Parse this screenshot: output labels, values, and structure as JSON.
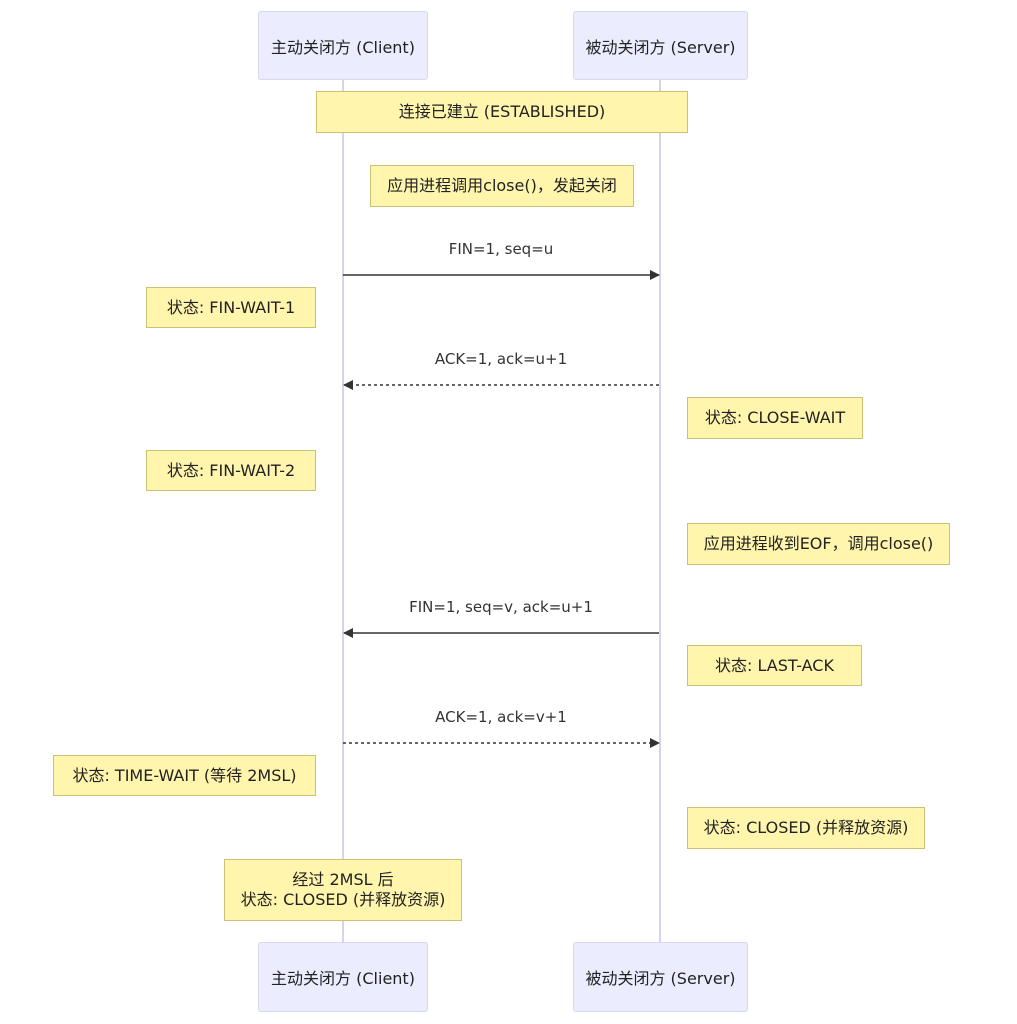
{
  "participants": {
    "client": "主动关闭方 (Client)",
    "server": "被动关闭方 (Server)"
  },
  "notes": {
    "established": "连接已建立 (ESTABLISHED)",
    "client_close": "应用进程调用close()，发起关闭",
    "fin_wait_1": "状态: FIN-WAIT-1",
    "close_wait": "状态: CLOSE-WAIT",
    "fin_wait_2": "状态: FIN-WAIT-2",
    "server_eof": "应用进程收到EOF，调用close()",
    "last_ack": "状态: LAST-ACK",
    "time_wait": "状态: TIME-WAIT (等待 2MSL)",
    "server_closed": "状态: CLOSED (并释放资源)",
    "client_closed_line1": "经过 2MSL 后",
    "client_closed_line2": "状态: CLOSED (并释放资源)"
  },
  "messages": {
    "m1": "FIN=1, seq=u",
    "m2": "ACK=1, ack=u+1",
    "m3": "FIN=1, seq=v, ack=u+1",
    "m4": "ACK=1, ack=v+1"
  },
  "colors": {
    "actor_fill": "#ececff",
    "note_fill": "#fff5ad",
    "line": "#333333",
    "lifeline": "#d6d3ee"
  }
}
